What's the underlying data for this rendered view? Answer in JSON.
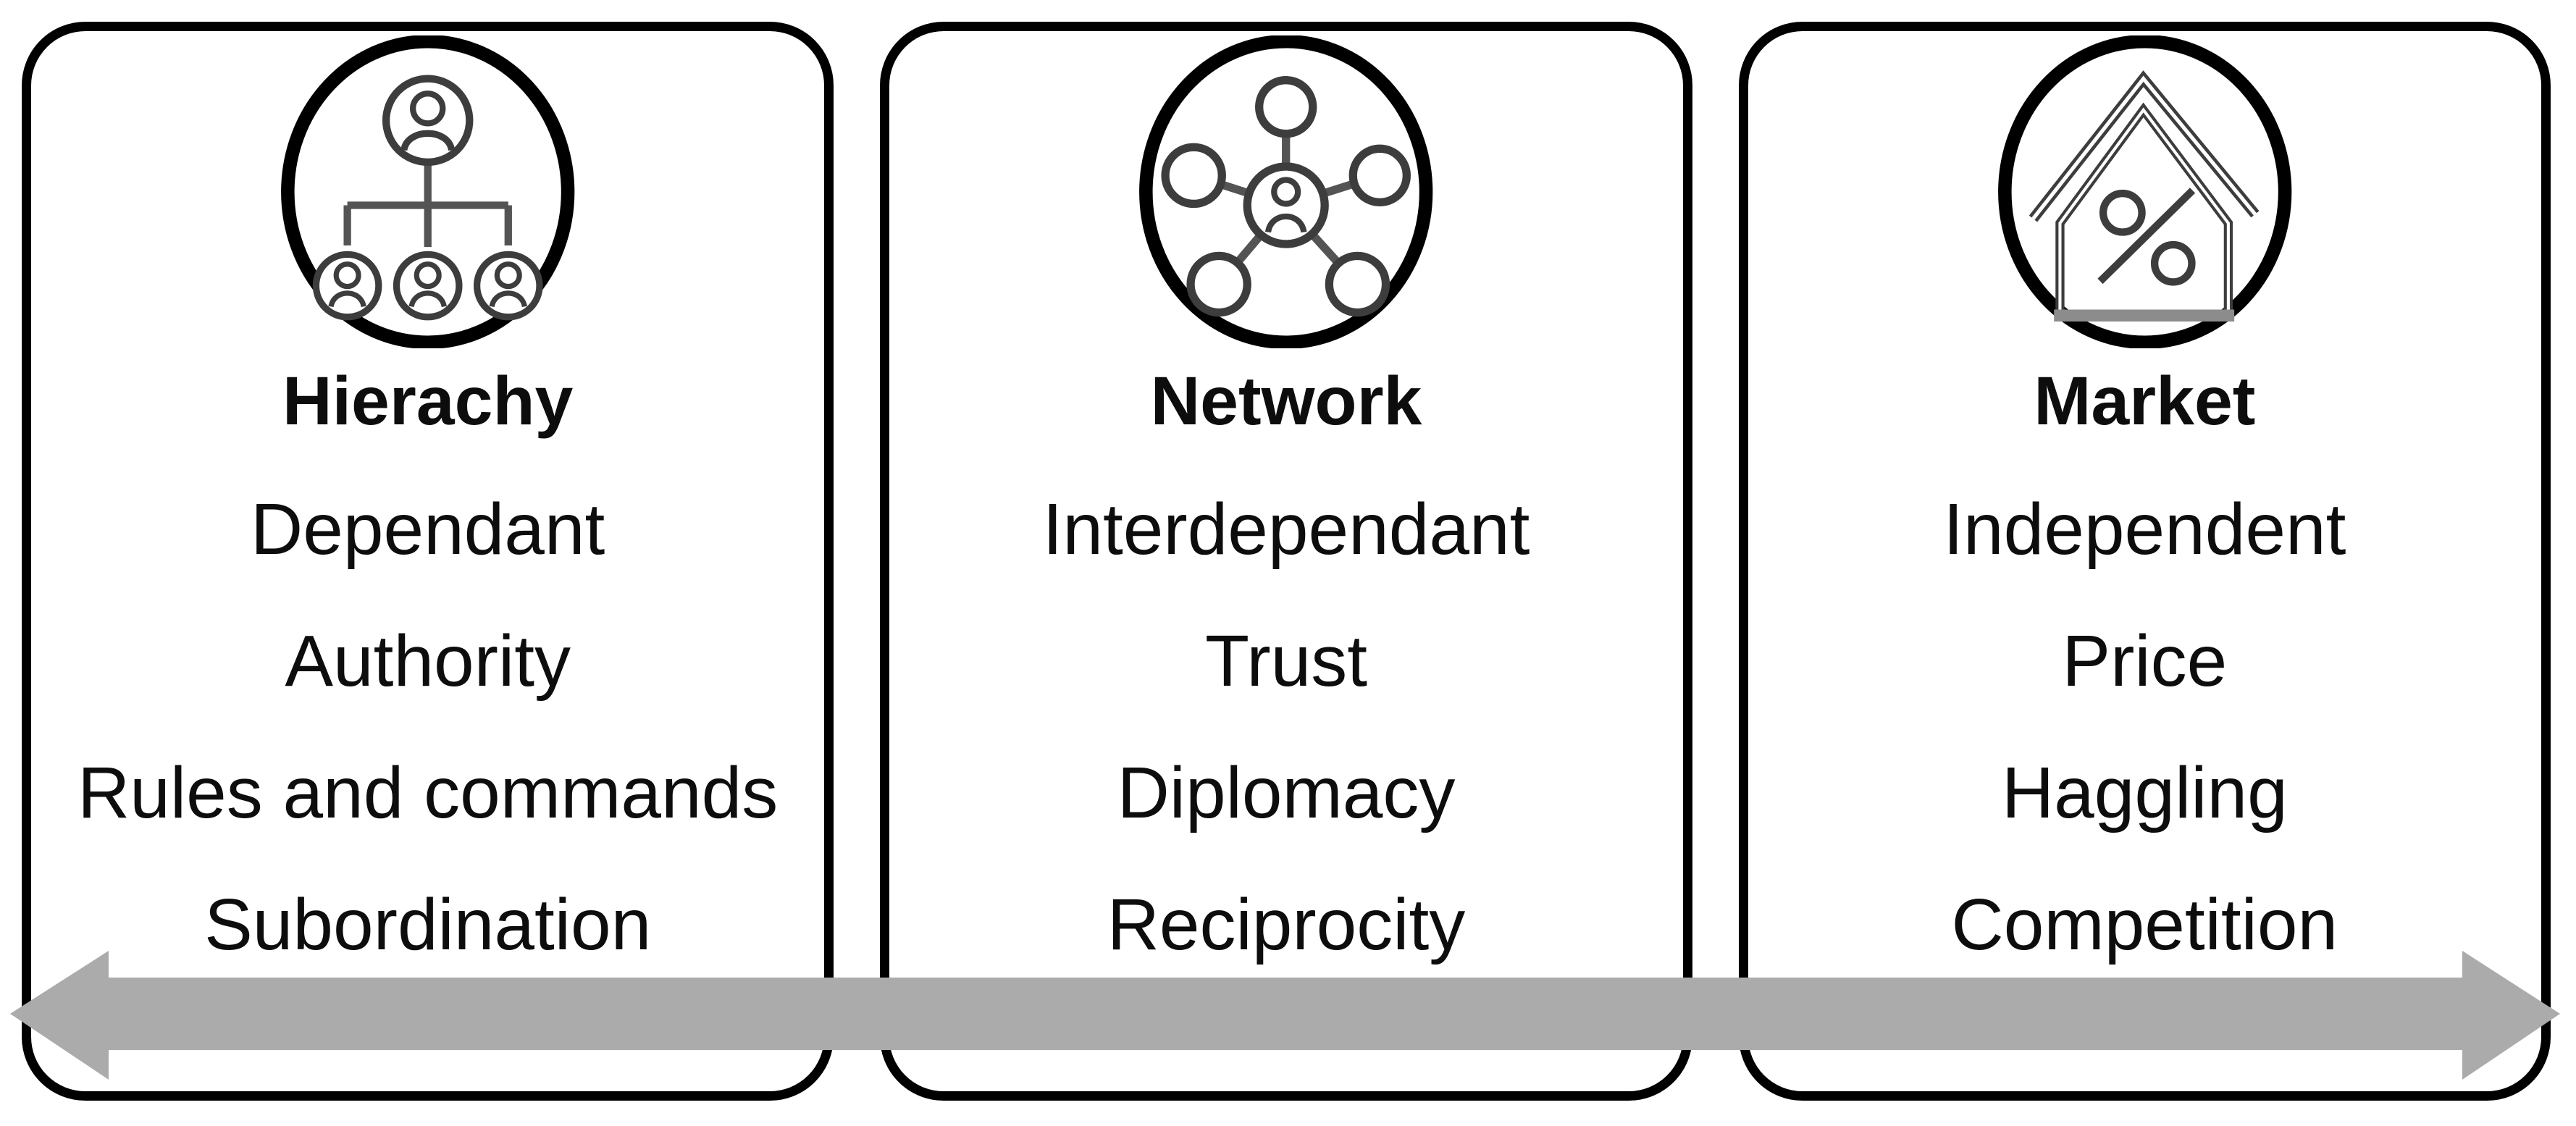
{
  "figure": {
    "description": "Three governance modes compared on a spectrum: Hierarchy, Network, Market"
  },
  "columns": [
    {
      "title": "Hierachy",
      "icon": "org-chart-icon",
      "items": [
        "Dependant",
        "Authority",
        "Rules and commands",
        "Subordination"
      ]
    },
    {
      "title": "Network",
      "icon": "network-icon",
      "items": [
        "Interdependant",
        "Trust",
        "Diplomacy",
        "Reciprocity"
      ]
    },
    {
      "title": "Market",
      "icon": "house-percent-icon",
      "items": [
        "Independent",
        "Price",
        "Haggling",
        "Competition"
      ]
    }
  ],
  "arrow": {
    "style": "double-headed horizontal spectrum arrow",
    "color": "#ababab"
  },
  "colors": {
    "card_border": "#000000",
    "text": "#0d0d0d",
    "icon_ring": "#000000",
    "icon_stroke": "#3d3d3d",
    "icon_connector": "#545454",
    "house_base": "#8c8c8c"
  }
}
